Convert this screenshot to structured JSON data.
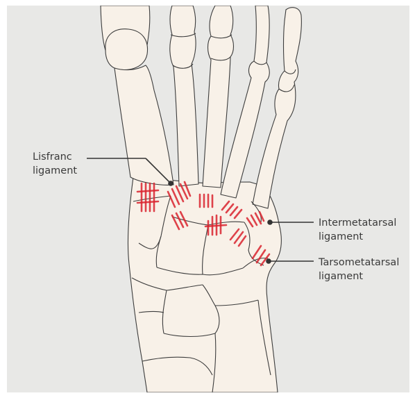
{
  "labels": {
    "lisfranc": {
      "line1": "Lisfranc",
      "line2": "ligament"
    },
    "intermetatarsal": {
      "line1": "Intermetatarsal",
      "line2": "ligament"
    },
    "tarsometatarsal": {
      "line1": "Tarsometatarsal",
      "line2": "ligament"
    }
  },
  "colors": {
    "background": "#e8e8e6",
    "bone_fill": "#f8f1e8",
    "bone_outline": "#3c3c3c",
    "ligament": "#d9232e",
    "leader_line": "#333333"
  }
}
